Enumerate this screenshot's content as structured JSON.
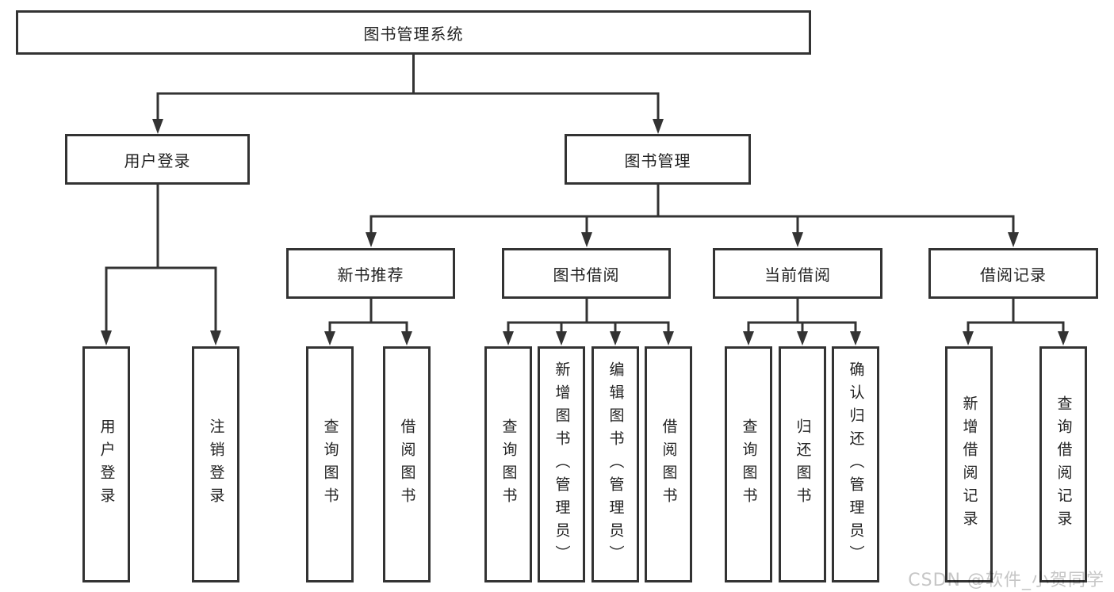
{
  "diagram": {
    "type": "hierarchy-tree",
    "nodes": {
      "root": {
        "label": "图书管理系统"
      },
      "level2": [
        {
          "label": "用户登录",
          "parent": "图书管理系统"
        },
        {
          "label": "图书管理",
          "parent": "图书管理系统"
        }
      ],
      "level3": [
        {
          "label": "新书推荐",
          "parent": "图书管理"
        },
        {
          "label": "图书借阅",
          "parent": "图书管理"
        },
        {
          "label": "当前借阅",
          "parent": "图书管理"
        },
        {
          "label": "借阅记录",
          "parent": "图书管理"
        }
      ],
      "leaves": [
        {
          "label": "用户登录",
          "parent": "用户登录"
        },
        {
          "label": "注销登录",
          "parent": "用户登录"
        },
        {
          "label": "查询图书",
          "parent": "新书推荐"
        },
        {
          "label": "借阅图书",
          "parent": "新书推荐"
        },
        {
          "label": "查询图书",
          "parent": "图书借阅"
        },
        {
          "label": "新增图书（管理员）",
          "parent": "图书借阅"
        },
        {
          "label": "编辑图书（管理员）",
          "parent": "图书借阅"
        },
        {
          "label": "借阅图书",
          "parent": "图书借阅"
        },
        {
          "label": "查询图书",
          "parent": "当前借阅"
        },
        {
          "label": "归还图书",
          "parent": "当前借阅"
        },
        {
          "label": "确认归还（管理员）",
          "parent": "当前借阅"
        },
        {
          "label": "新增借阅记录",
          "parent": "借阅记录"
        },
        {
          "label": "查询借阅记录",
          "parent": "借阅记录"
        }
      ]
    },
    "colors": {
      "line": "#333333",
      "text": "#222222",
      "box_background": "#ffffff",
      "watermark": "#c6c6c6"
    }
  },
  "watermark": {
    "text": "CSDN @软件_小贺同学"
  }
}
